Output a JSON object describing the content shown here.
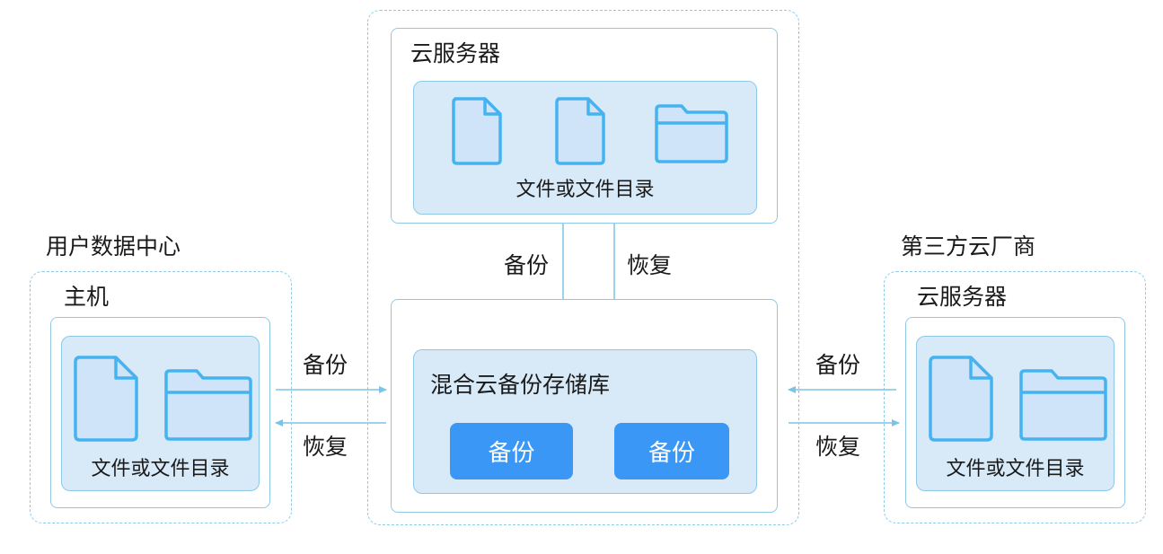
{
  "cloud_server": {
    "title": "云服务器",
    "caption": "文件或文件目录"
  },
  "user_datacenter": {
    "title": "用户数据中心",
    "host_title": "主机",
    "caption": "文件或文件目录"
  },
  "third_party": {
    "title": "第三方云厂商",
    "server_title": "云服务器",
    "caption": "文件或文件目录"
  },
  "repository": {
    "title": "混合云备份存储库",
    "buttons": [
      "备份",
      "备份"
    ]
  },
  "flows": {
    "top_backup": "备份",
    "top_restore": "恢复",
    "left_backup": "备份",
    "left_restore": "恢复",
    "right_backup": "备份",
    "right_restore": "恢复"
  },
  "colors": {
    "border": "#8fc9e6",
    "panel_fill": "#d8e9f8",
    "accent": "#3a97f6",
    "icon_stroke": "#44b3f0",
    "icon_fill": "#cfe4f8"
  },
  "icons": [
    "file-icon",
    "folder-icon"
  ]
}
